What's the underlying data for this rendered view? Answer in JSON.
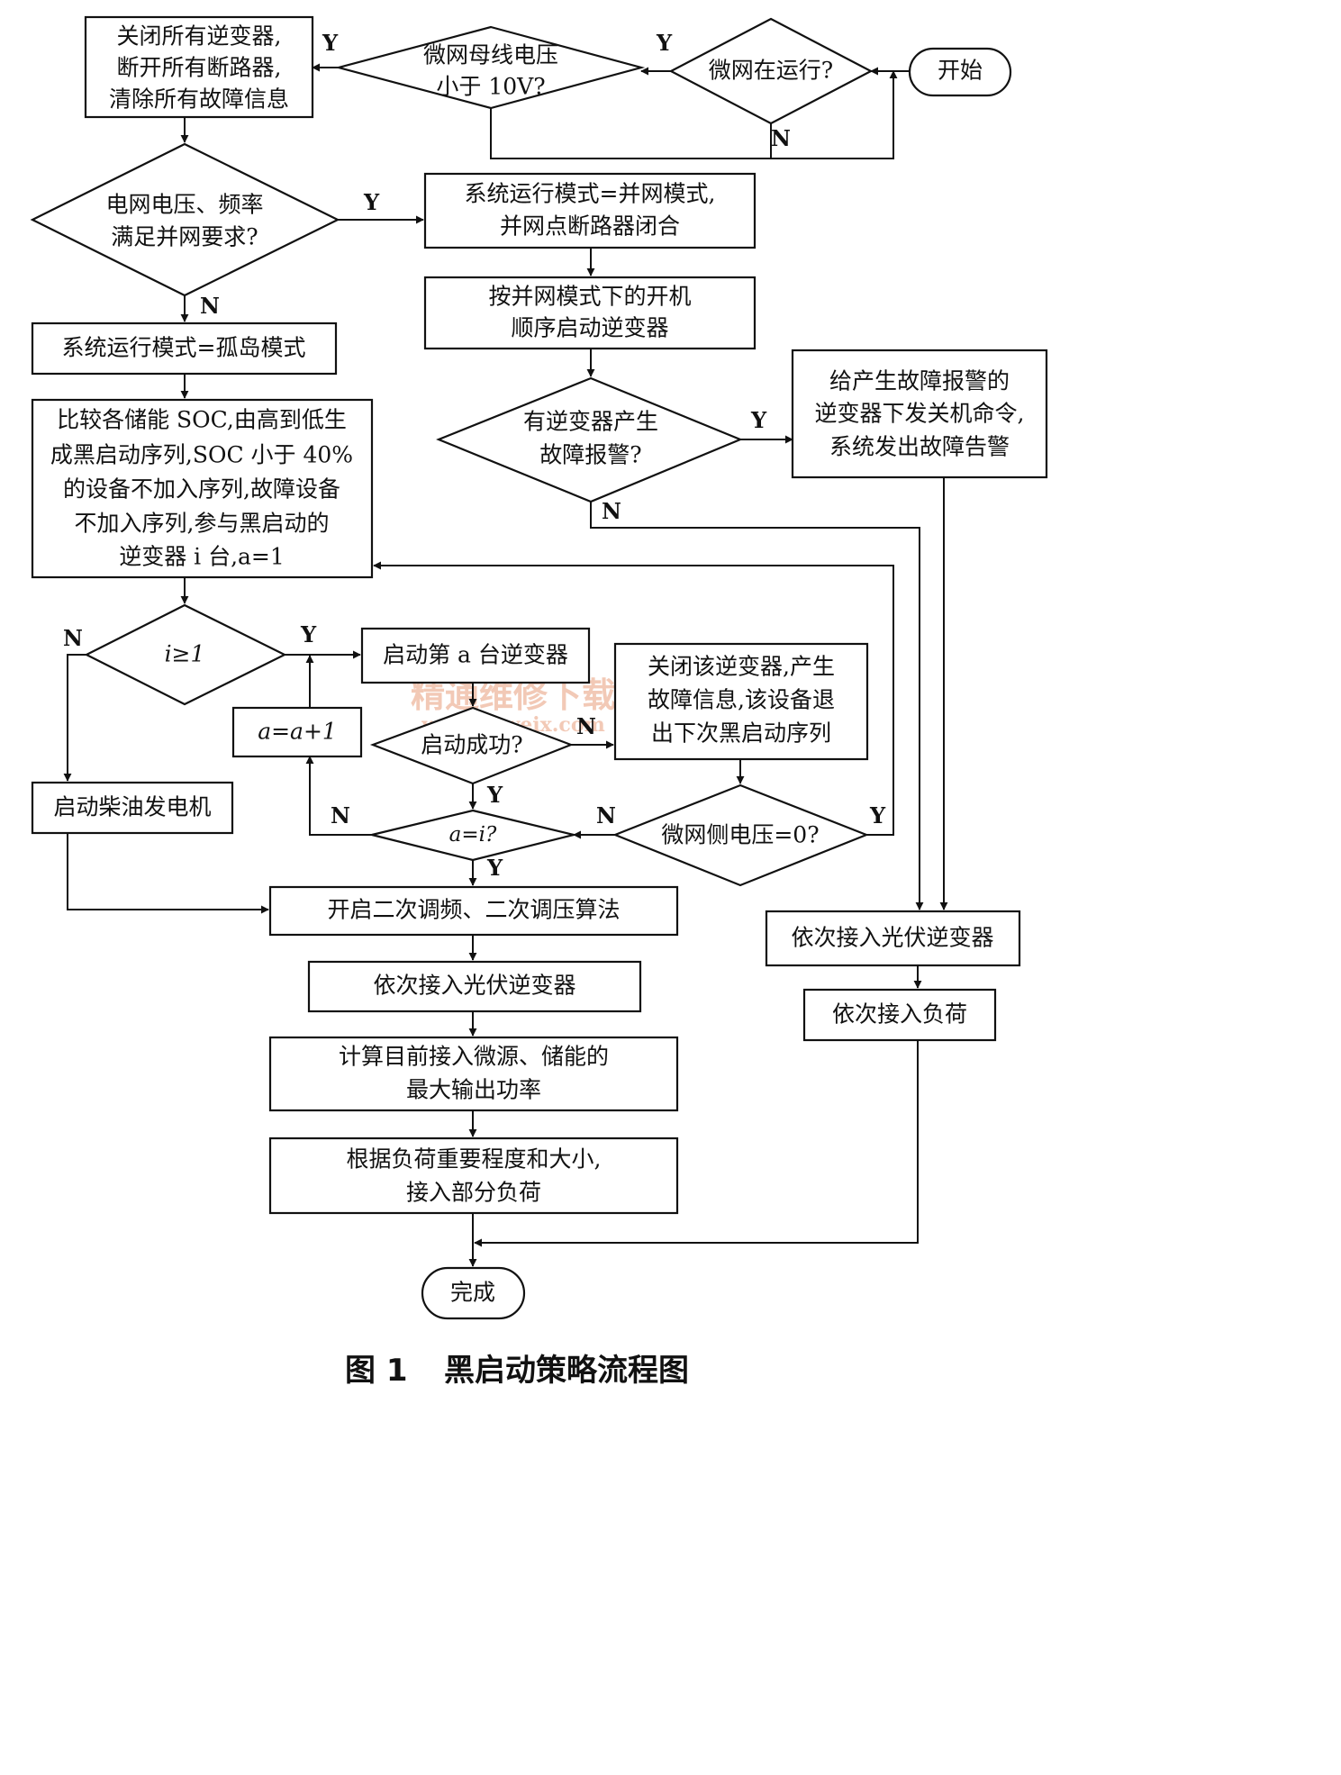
{
  "nodes": {
    "start": [
      "开始"
    ],
    "running": [
      "微网在运行?"
    ],
    "bus_voltage": [
      "微网母线电压",
      "小于 10V?"
    ],
    "close_all": [
      "关闭所有逆变器,",
      "断开所有断路器,",
      "清除所有故障信息"
    ],
    "grid_ok": [
      "电网电压、频率",
      "满足并网要求?"
    ],
    "grid_mode": [
      "系统运行模式=并网模式,",
      "并网点断路器闭合"
    ],
    "grid_start": [
      "按并网模式下的开机",
      "顺序启动逆变器"
    ],
    "fault_alarm": [
      "有逆变器产生",
      "故障报警?"
    ],
    "shutdown_faulty": [
      "给产生故障报警的",
      "逆变器下发关机命令,",
      "系统发出故障告警"
    ],
    "island_mode": [
      "系统运行模式=孤岛模式"
    ],
    "soc_sequence": [
      "比较各储能 SOC,由高到低生",
      "成黑启动序列,SOC 小于 40%",
      "的设备不加入序列,故障设备",
      "不加入序列,参与黑启动的",
      "逆变器 i 台,a=1"
    ],
    "i_ge_1": [
      "i≥1"
    ],
    "start_a": [
      "启动第 a 台逆变器"
    ],
    "a_inc": [
      "a=a+1"
    ],
    "start_ok": [
      "启动成功?"
    ],
    "close_inverter": [
      "关闭该逆变器,产生",
      "故障信息,该设备退",
      "出下次黑启动序列"
    ],
    "a_eq_i": [
      "a=i?"
    ],
    "mg_voltage_zero": [
      "微网侧电压=0?"
    ],
    "diesel": [
      "启动柴油发电机"
    ],
    "secondary": [
      "开启二次调频、二次调压算法"
    ],
    "pv_left": [
      "依次接入光伏逆变器"
    ],
    "calc_power": [
      "计算目前接入微源、储能的",
      "最大输出功率"
    ],
    "load_partial": [
      "根据负荷重要程度和大小,",
      "接入部分负荷"
    ],
    "pv_right": [
      "依次接入光伏逆变器"
    ],
    "load_right": [
      "依次接入负荷"
    ],
    "done": [
      "完成"
    ]
  },
  "edge_labels": {
    "yes": "Y",
    "no": "N"
  },
  "watermark": {
    "line1": "精通维修下载",
    "line2": "www.gzweix.com"
  },
  "caption": {
    "number": "图 1",
    "title": "黑启动策略流程图"
  }
}
